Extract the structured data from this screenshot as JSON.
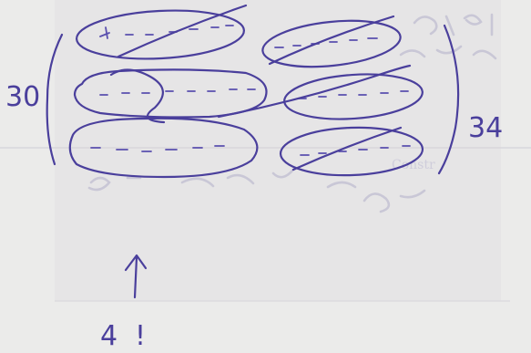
{
  "labels": {
    "left_count": "30",
    "right_count": "34",
    "group_size": "4",
    "exclamation": "!"
  },
  "colors": {
    "paper": "#ebebea",
    "ink": "#4a3f9c",
    "ghost": "#c9c7d6"
  },
  "icons": {
    "arrow": "up-arrow-icon",
    "brace_left": "left-brace-icon",
    "brace_right": "right-bracket-icon"
  }
}
